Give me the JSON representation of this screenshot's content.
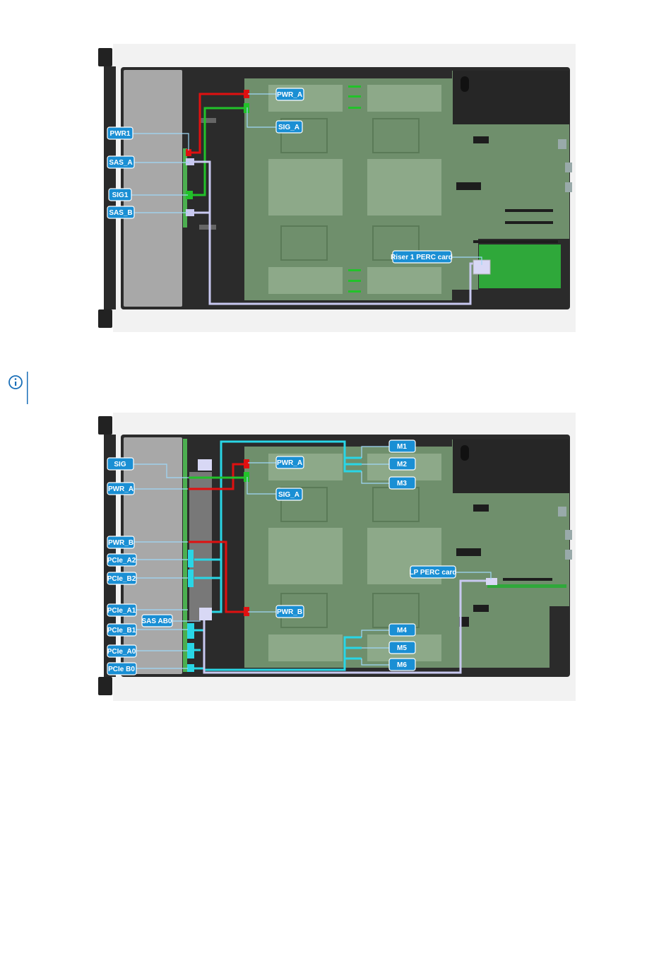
{
  "info_icon": {
    "name": "info-icon",
    "color": "#1a6fb8"
  },
  "colors": {
    "power": "#e01010",
    "signal": "#22c22a",
    "sas": "#c8c8f0",
    "pcie": "#29d6e6",
    "label_bg": "#1a8fd4",
    "board": "#6f8f6c",
    "chassis": "#2a2a2a",
    "backplane": "#a6a6a6"
  },
  "diagram1": {
    "labels": {
      "pwr1": "PWR1",
      "sas_a": "SAS_A",
      "sig1": "SIG1",
      "sas_b": "SAS_B",
      "pwr_a": "PWR_A",
      "sig_a": "SIG_A",
      "riser": "Riser 1 PERC card"
    }
  },
  "diagram2": {
    "labels": {
      "sig": "SIG",
      "pwr_a_left": "PWR_A",
      "pwr_b_left": "PWR_B",
      "pcie_a2": "PCIe_A2",
      "pcie_b2": "PCIe_B2",
      "pcie_a1": "PCIe_A1",
      "sas_ab0": "SAS AB0",
      "pcie_b1": "PCIe_B1",
      "pcie_a0": "PCIe_A0",
      "pcie_b0": "PCIe B0",
      "pwr_a": "PWR_A",
      "sig_a": "SIG_A",
      "pwr_b": "PWR_B",
      "m1": "M1",
      "m2": "M2",
      "m3": "M3",
      "m4": "M4",
      "m5": "M5",
      "m6": "M6",
      "lp_perc": "LP PERC card"
    }
  }
}
